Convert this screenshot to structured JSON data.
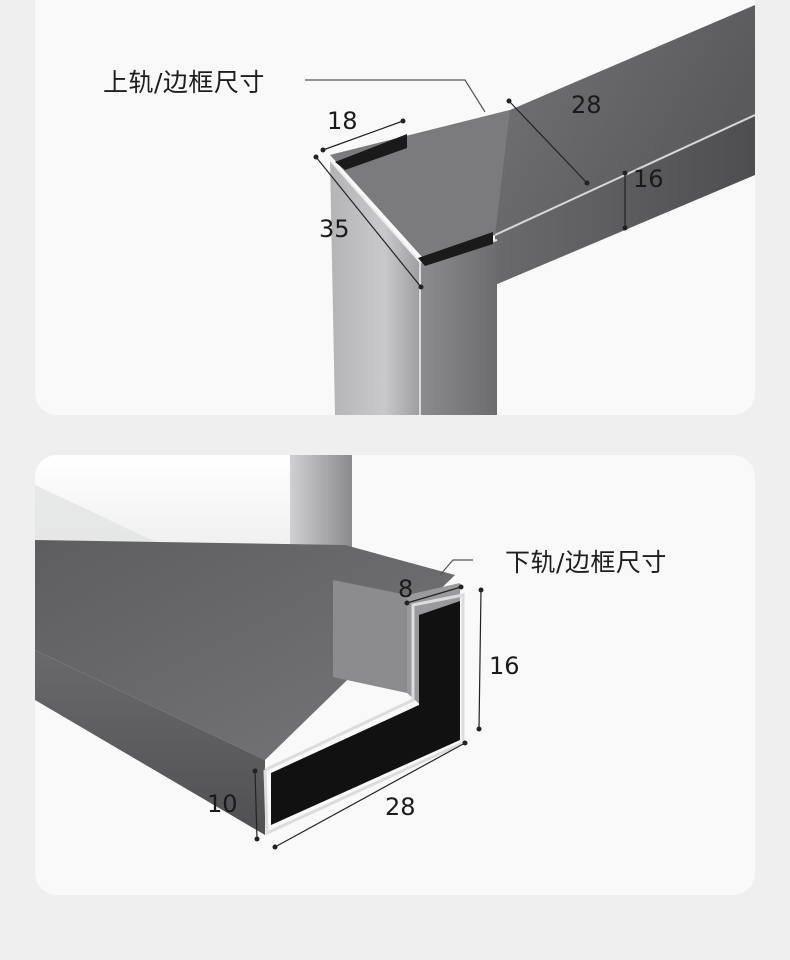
{
  "top": {
    "callout": "上轨/边框尺寸",
    "dims": {
      "d18": "18",
      "d28": "28",
      "d16": "16",
      "d35": "35"
    }
  },
  "bottom": {
    "callout": "下轨/边框尺寸",
    "dims": {
      "d8": "8",
      "d16": "16",
      "d10": "10",
      "d28": "28"
    }
  }
}
